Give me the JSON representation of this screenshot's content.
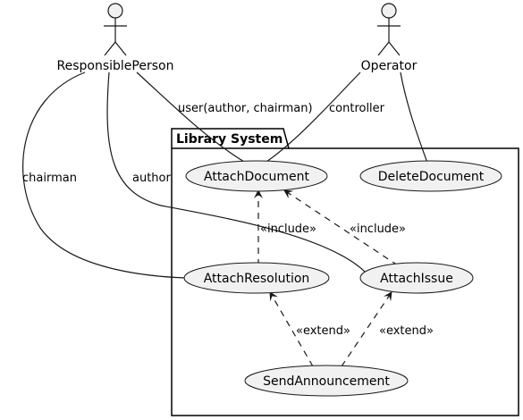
{
  "package": {
    "title": "Library System"
  },
  "actors": {
    "responsible": "ResponsiblePerson",
    "operator": "Operator"
  },
  "usecases": {
    "attach_document": "AttachDocument",
    "delete_document": "DeleteDocument",
    "attach_resolution": "AttachResolution",
    "attach_issue": "AttachIssue",
    "send_announcement": "SendAnnouncement"
  },
  "labels": {
    "user_author_chairman": "user(author, chairman)",
    "controller": "controller",
    "chairman": "chairman",
    "author": "author",
    "include_1": "«include»",
    "include_2": "«include»",
    "extend_1": "«extend»",
    "extend_2": "«extend»"
  },
  "colors": {
    "usecase_fill": "#f1f1f1",
    "line": "#181818",
    "background": "#ffffff"
  }
}
